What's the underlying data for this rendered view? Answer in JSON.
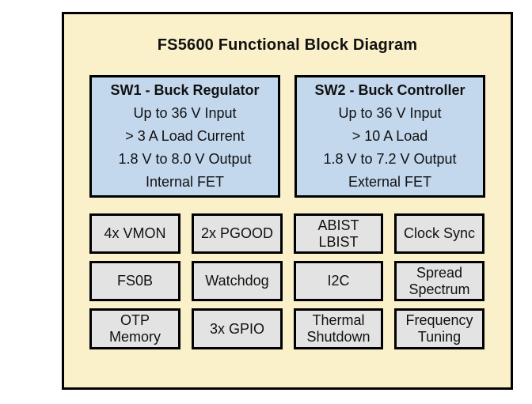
{
  "diagram": {
    "title": "FS5600 Functional Block Diagram",
    "colors": {
      "page_bg": "#ffffff",
      "panel_bg": "#faf1ca",
      "regulator_bg": "#c3d7ed",
      "feature_bg": "#e3e3e3",
      "line": "#000000",
      "text": "#111111"
    },
    "regulators": [
      {
        "title": "SW1 - Buck Regulator",
        "lines": [
          "Up to 36 V Input",
          "> 3 A Load Current",
          "1.8 V to 8.0 V Output",
          "Internal FET"
        ]
      },
      {
        "title": "SW2 - Buck Controller",
        "lines": [
          "Up to 36 V Input",
          "> 10 A Load",
          "1.8 V to 7.2 V Output",
          "External FET"
        ]
      }
    ],
    "features": [
      {
        "label": "4x VMON"
      },
      {
        "label": "2x PGOOD"
      },
      {
        "label": "ABIST\nLBIST"
      },
      {
        "label": "Clock Sync"
      },
      {
        "label": "FS0B"
      },
      {
        "label": "Watchdog"
      },
      {
        "label": "I2C"
      },
      {
        "label": "Spread\nSpectrum"
      },
      {
        "label": "OTP\nMemory"
      },
      {
        "label": "3x GPIO"
      },
      {
        "label": "Thermal\nShutdown"
      },
      {
        "label": "Frequency\nTuning"
      }
    ]
  }
}
